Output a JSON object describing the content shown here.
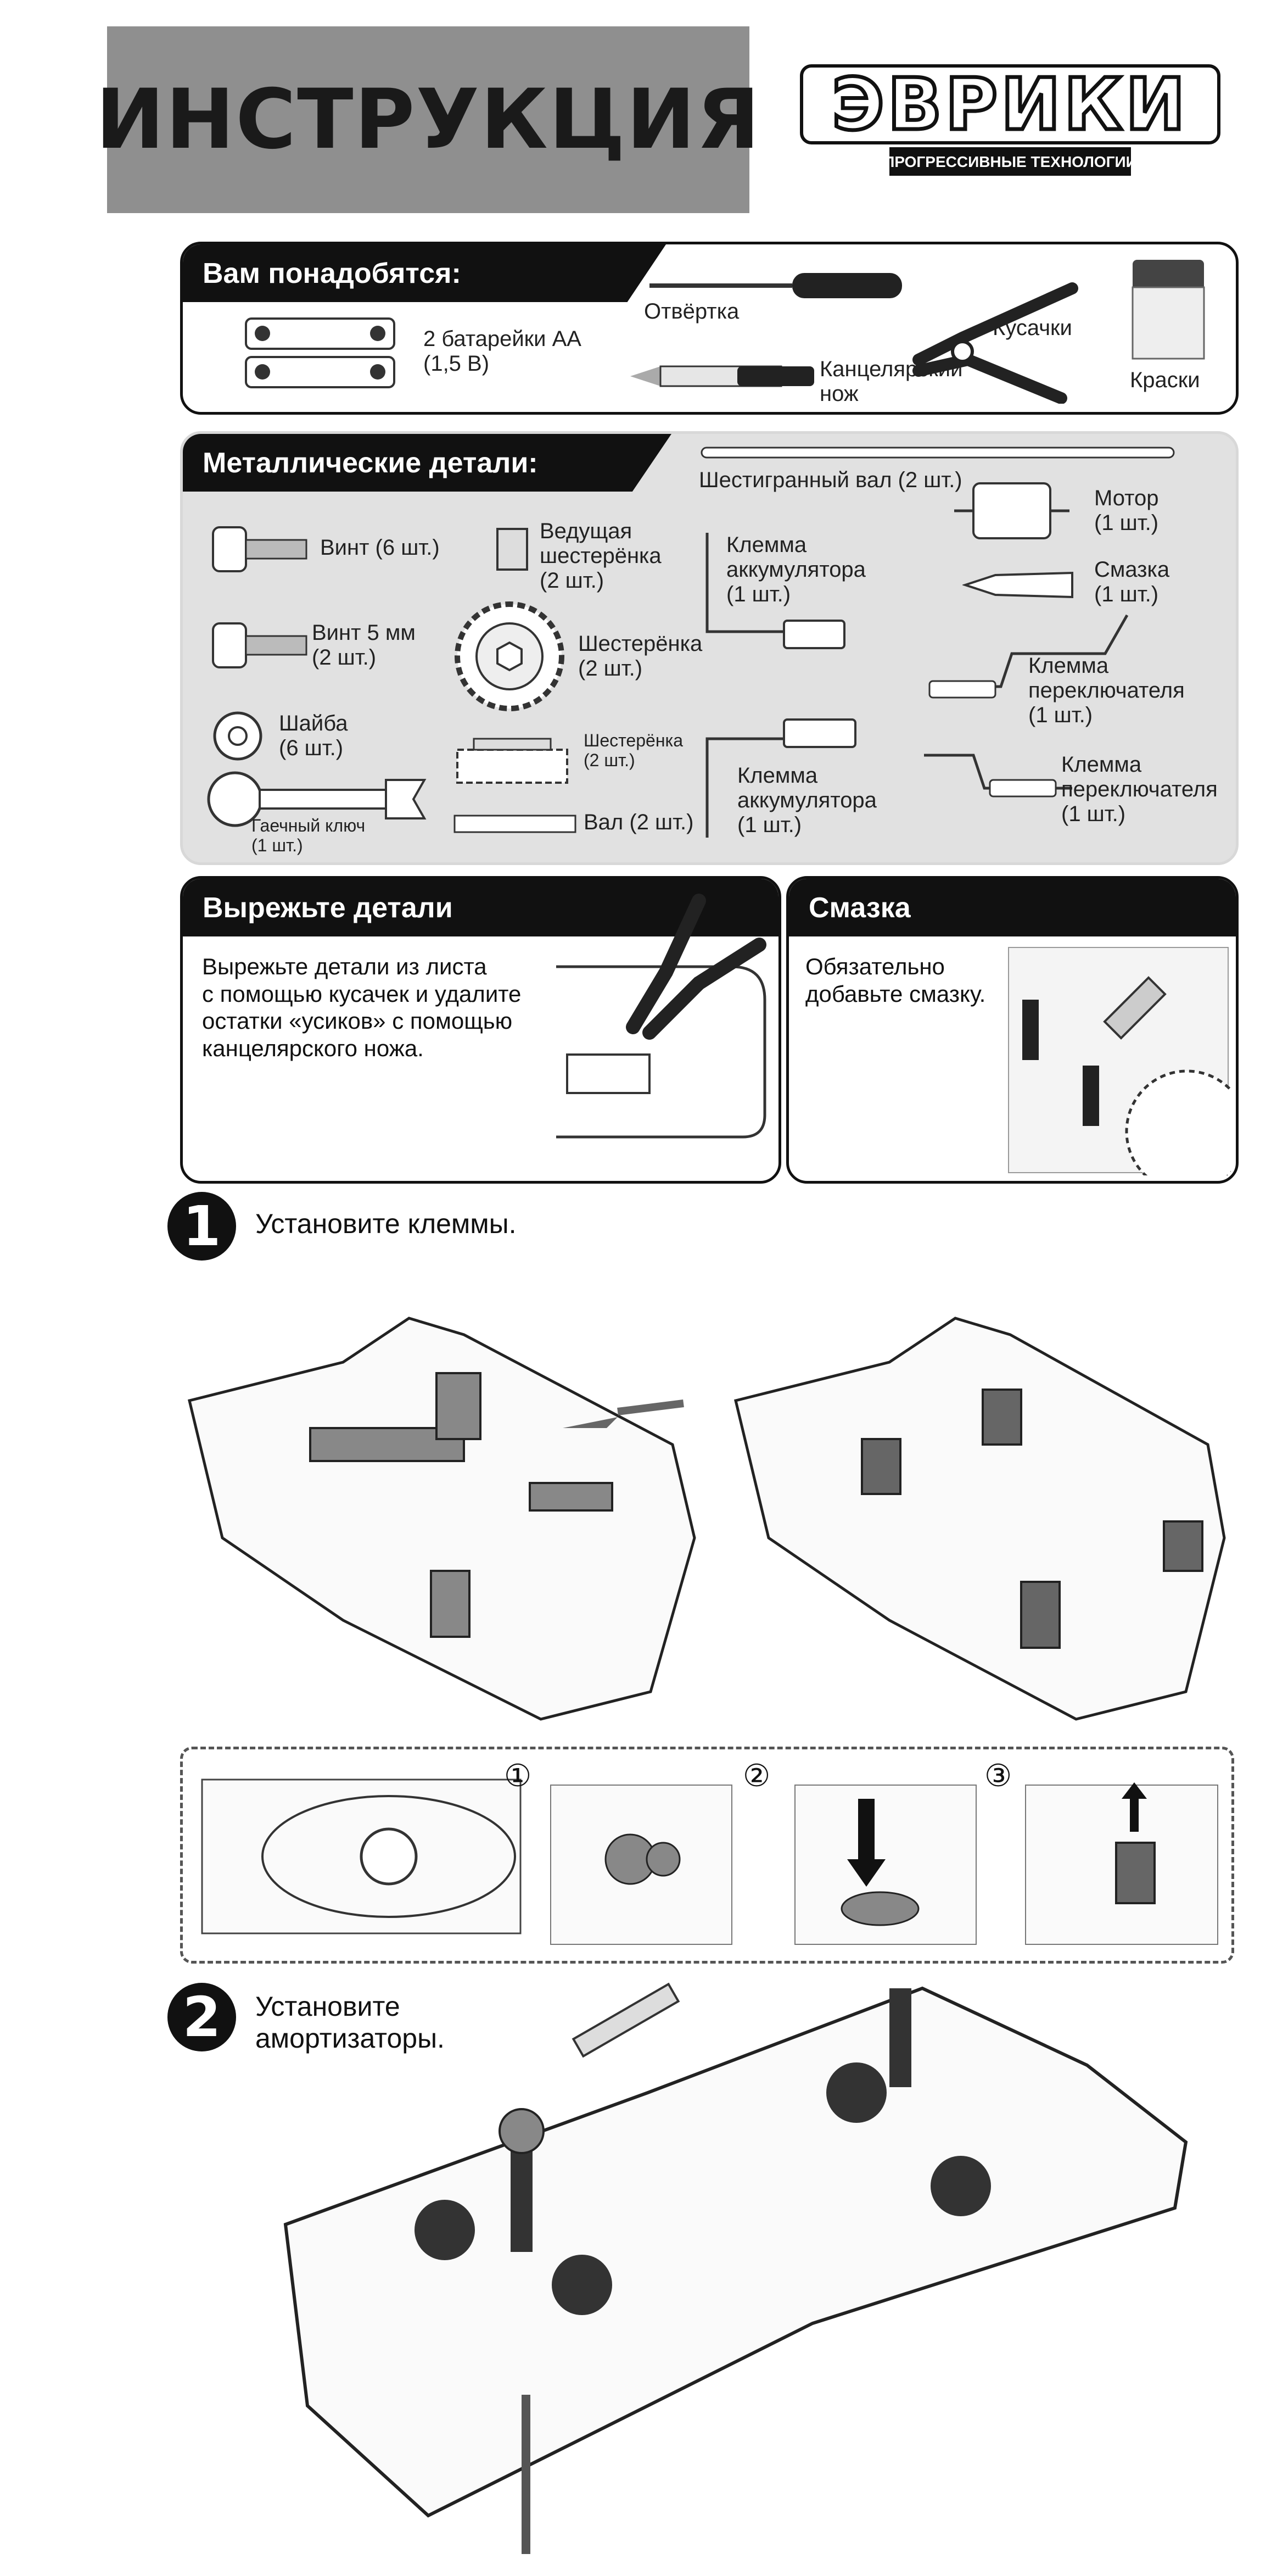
{
  "header": {
    "title": "ИНСТРУКЦИЯ"
  },
  "brand": {
    "name": "ЭВРИКИ",
    "tagline": "ПРОГРЕССИВНЫЕ ТЕХНОЛОГИИ"
  },
  "tools": {
    "heading": "Вам понадобятся:",
    "batteries": "2 батарейки АА\n(1,5 В)",
    "screwdriver": "Отвёртка",
    "knife": "Канцелярский\nнож",
    "cutters": "Кусачки",
    "paint": "Краски"
  },
  "metal": {
    "heading": "Металлические детали:",
    "shaft_hex": "Шестигранный вал (2 шт.)",
    "screw6": "Винт (6 шт.)",
    "drive_gear": "Ведущая\nшестерёнка\n(2 шт.)",
    "terminal1": "Клемма\nаккумулятора\n(1 шт.)",
    "motor": "Мотор\n(1 шт.)",
    "grease": "Смазка\n(1 шт.)",
    "screw5": "Винт 5 мм\n(2 шт.)",
    "gear": "Шестерёнка\n(2 шт.)",
    "switch1": "Клемма\nпереключателя\n(1 шт.)",
    "washer": "Шайба\n(6 шт.)",
    "gear_small": "Шестерёнка\n(2 шт.)",
    "terminal2": "Клемма\nаккумулятора\n(1 шт.)",
    "switch2": "Клемма\nпереключателя\n(1 шт.)",
    "wrench": "Гаечный ключ\n(1 шт.)",
    "shaft": "Вал (2 шт.)"
  },
  "cut": {
    "heading": "Вырежьте детали",
    "text": "Вырежьте детали из листа\nс помощью кусачек и удалите\nостатки «усиков» с помощью\nканцелярского ножа."
  },
  "grease_box": {
    "heading": "Смазка",
    "text": "Обязательно\nдобавьте смазку."
  },
  "steps": [
    {
      "num": "1",
      "text": "Установите клеммы."
    },
    {
      "num": "2",
      "text": "Установите\nамортизаторы."
    }
  ],
  "substeps": [
    "①",
    "②",
    "③"
  ]
}
